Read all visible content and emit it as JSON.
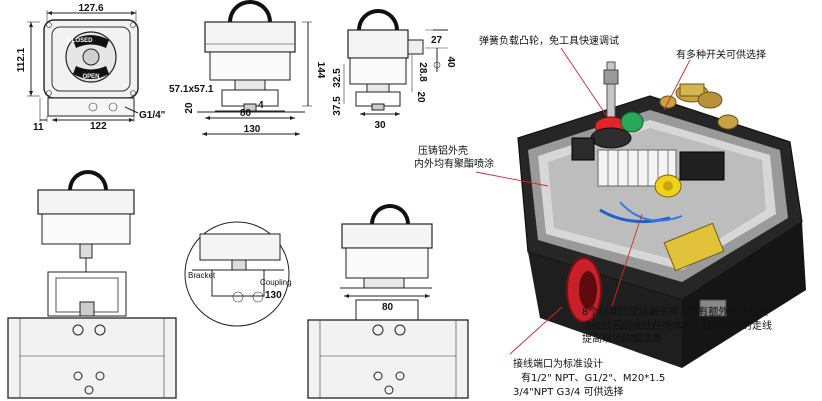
{
  "dimensions": {
    "top_width": "127.6",
    "top_height": "112.1",
    "offset_11": "11",
    "base_122": "122",
    "thread": "G1/4\"",
    "front_height": "144",
    "front_571": "57.1x57.1",
    "front_20": "20",
    "front_4": "4",
    "front_80": "80",
    "front_130": "130",
    "side_27": "27",
    "side_40": "40",
    "side_288": "28.8",
    "side_20": "20",
    "side_325": "32.5",
    "side_375": "37.5",
    "side_30": "30",
    "bracket_130": "130",
    "actuator_80": "80"
  },
  "labels": {
    "closed": "CLOSED",
    "open": "OPEN",
    "bracket": "Bracket",
    "bracket_sub": "Coupling"
  },
  "annotations": {
    "cam": "弹簧负载凸轮，免工具快速调试",
    "switch": "有多种开关可供选择",
    "housing_1": "压铸铝外壳",
    "housing_2": "内外均有聚酯喷涂",
    "terminal_1": "8个标准的接线端子排，并有额外接线位置",
    "terminal_2": "电磁线圈的接线在壳体内，较少现场的走线",
    "terminal_3": "提高现场的整洁度",
    "port_1": "接线端口为标准设计",
    "port_2": "有1/2\" NPT、G1/2\"、M20*1.5",
    "port_3": "3/4\"NPT  G3/4  可供选择"
  },
  "colors": {
    "leader": "#d9262b",
    "housing": "#2a2a2a",
    "port": "#c8202a",
    "brass": "#c9a341"
  }
}
